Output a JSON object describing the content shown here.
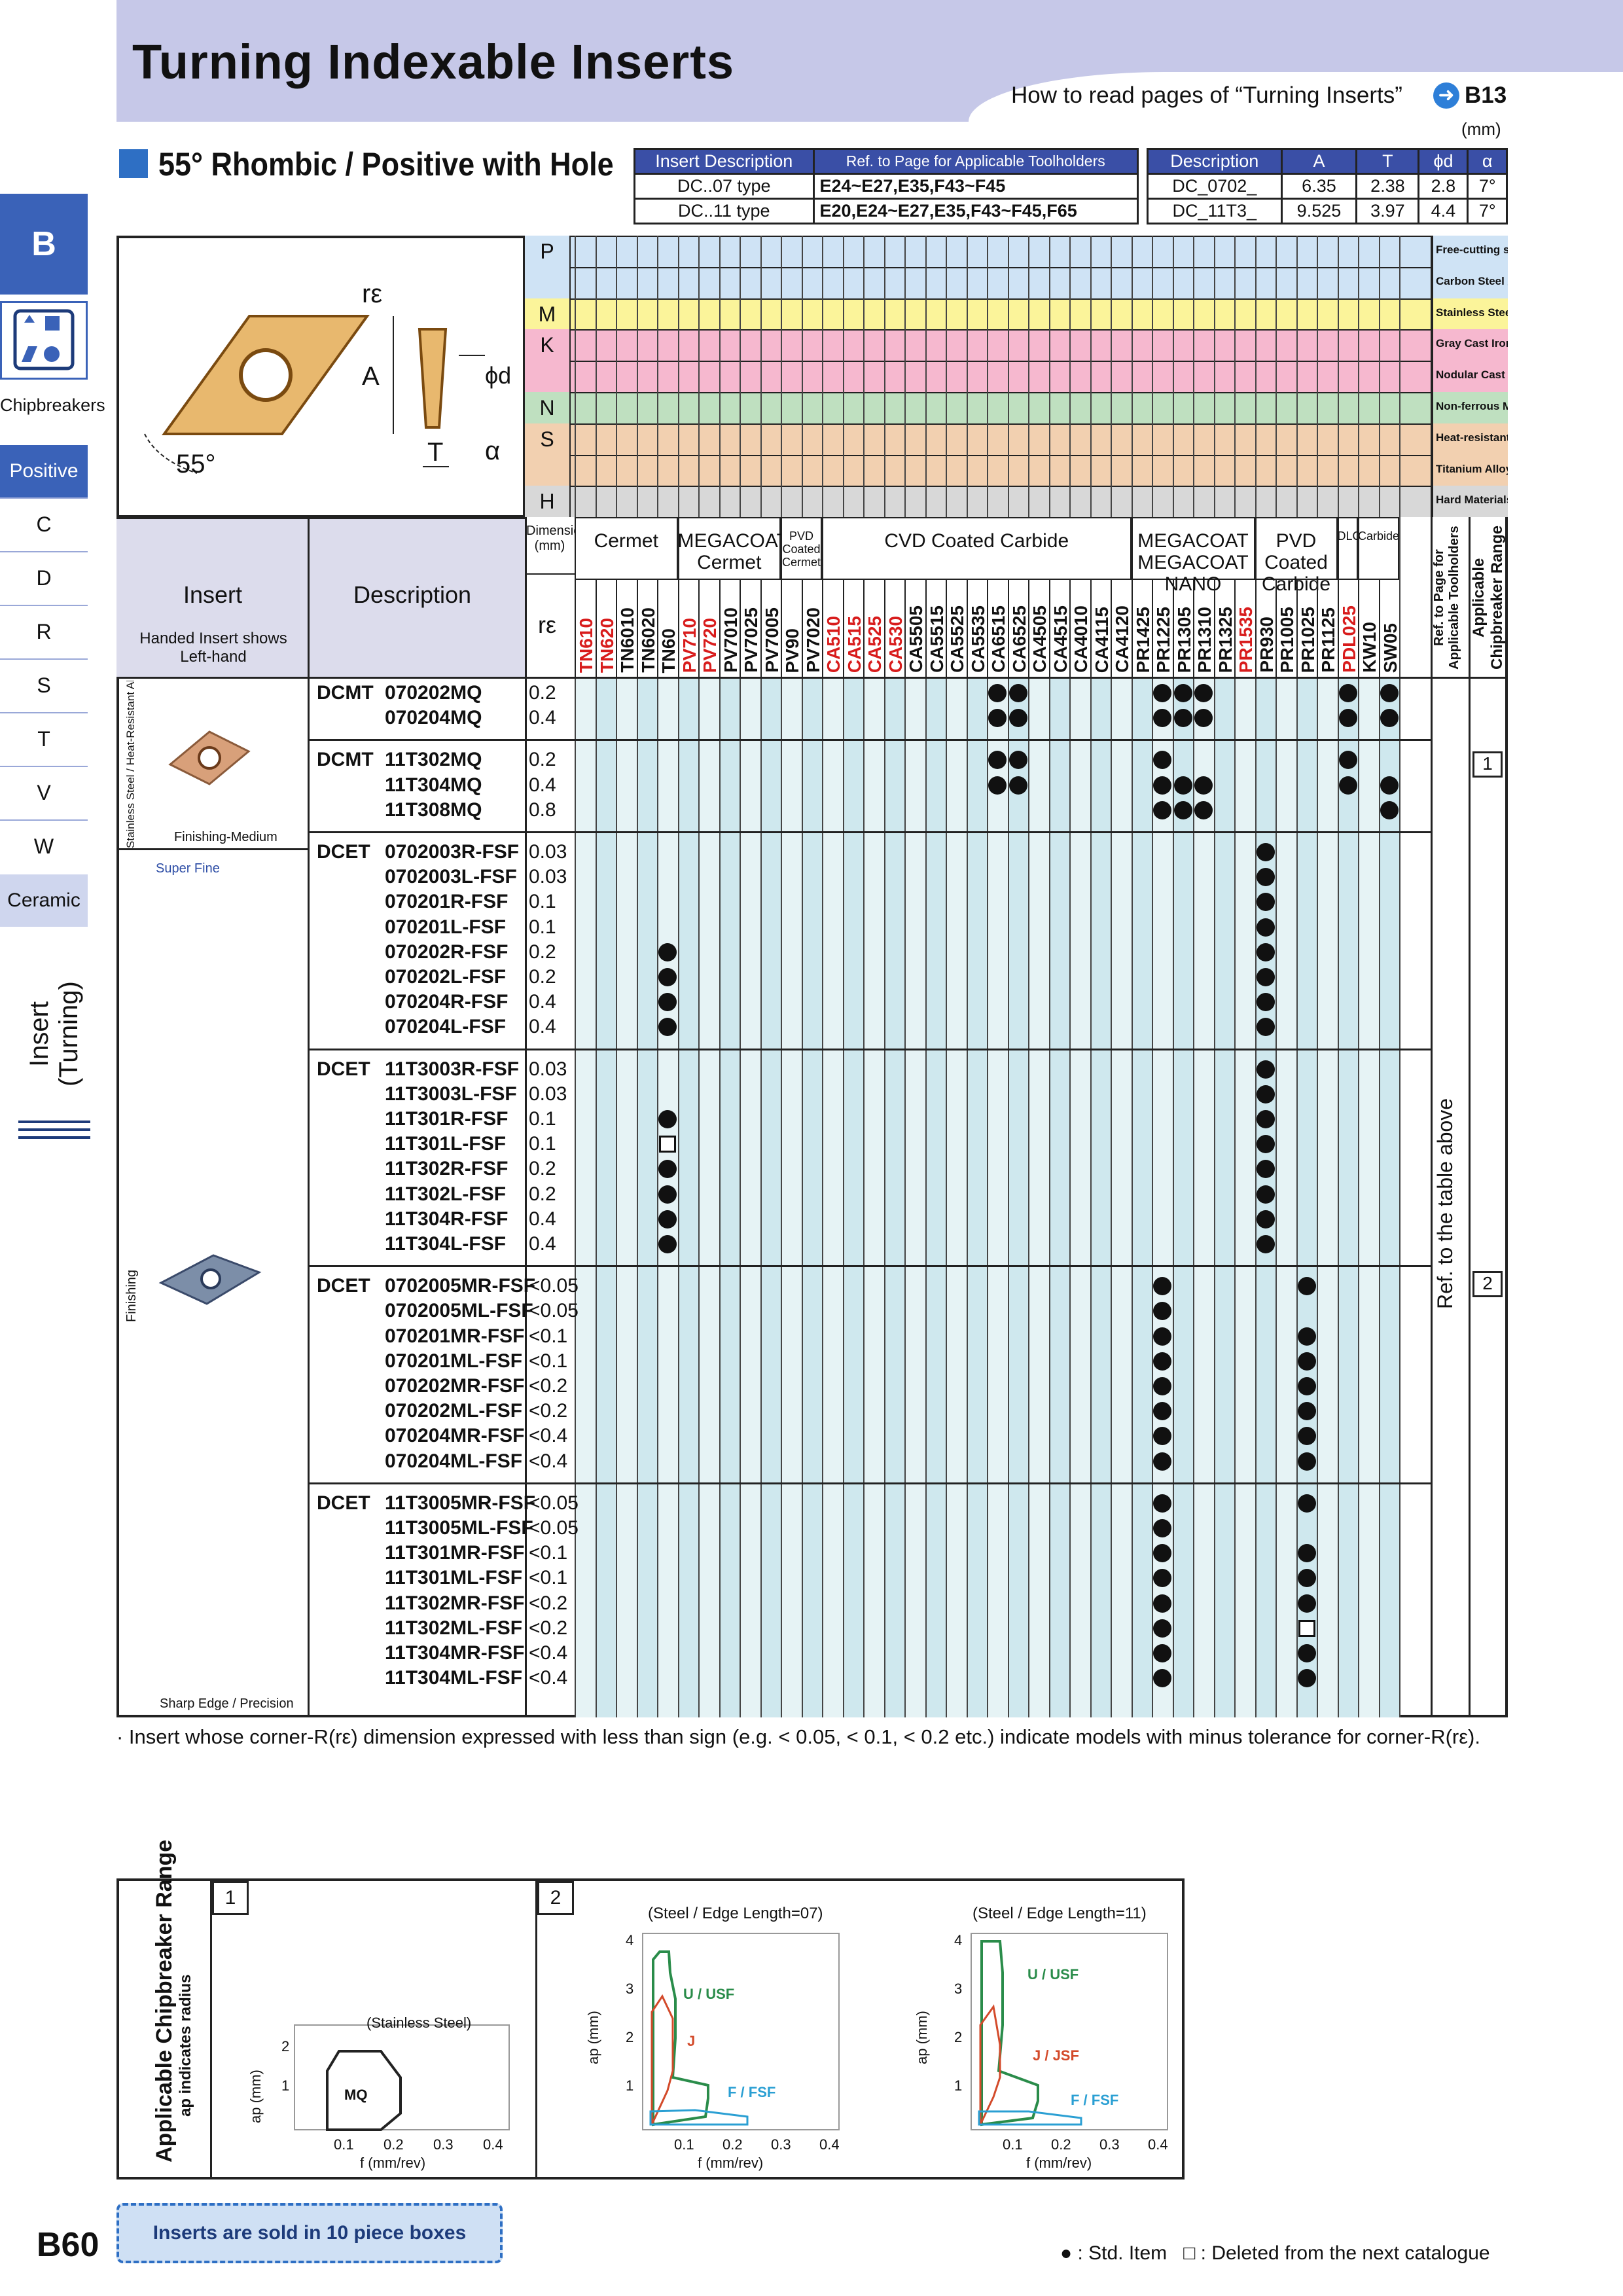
{
  "header": {
    "title": "Turning Indexable Inserts",
    "howto": "How to read pages of “Turning Inserts”",
    "howto_ref": "B13",
    "unit": "(mm)"
  },
  "section": {
    "title": "55° Rhombic / Positive with Hole"
  },
  "ref_table": {
    "headers": [
      "Insert Description",
      "Ref. to Page for Applicable Toolholders"
    ],
    "rows": [
      [
        "DC..07 type",
        "E24~E27,E35,F43~F45"
      ],
      [
        "DC..11 type",
        "E20,E24~E27,E35,F43~F45,F65"
      ]
    ]
  },
  "dim_table": {
    "headers": [
      "Description",
      "A",
      "T",
      "ϕd",
      "α"
    ],
    "rows": [
      [
        "DC_0702_",
        "6.35",
        "2.38",
        "2.8",
        "7°"
      ],
      [
        "DC_11T3_",
        "9.525",
        "3.97",
        "4.4",
        "7°"
      ]
    ]
  },
  "sidebar": {
    "letter": "B",
    "chipbreakers": "Chipbreakers",
    "positive": "Positive",
    "shapes": [
      "C",
      "D",
      "R",
      "S",
      "T",
      "V",
      "W"
    ],
    "ceramic": "Ceramic",
    "section": "Insert (Turning)"
  },
  "diagram": {
    "re": "rε",
    "a": "A",
    "d": "ϕd",
    "t": "T",
    "alpha": "α",
    "angle": "55°"
  },
  "materials": [
    {
      "code": "P",
      "color": "#cfe3f5",
      "desc": "Free-cutting steel"
    },
    {
      "code": "",
      "color": "#cfe3f5",
      "desc": "Carbon Steel / Alloy Steel"
    },
    {
      "code": "M",
      "color": "#fbf49a",
      "desc": "Stainless Steel"
    },
    {
      "code": "K",
      "color": "#f6b8cf",
      "desc": "Gray Cast Iron"
    },
    {
      "code": "",
      "color": "#f6b8cf",
      "desc": "Nodular Cast Iron"
    },
    {
      "code": "N",
      "color": "#bfe0c0",
      "desc": "Non-ferrous Metals"
    },
    {
      "code": "S",
      "color": "#f2d0b0",
      "desc": "Heat-resistant Alloys"
    },
    {
      "code": "",
      "color": "#f2d0b0",
      "desc": "Titanium Alloys"
    },
    {
      "code": "H",
      "color": "#d8d8d8",
      "desc": "Hard Materials"
    }
  ],
  "col_headers": {
    "insert": "Insert",
    "handed": "Handed Insert shows Left-hand",
    "description": "Description",
    "dimension": "Dimension (mm)",
    "re": "rε",
    "groups": [
      "Cermet",
      "MEGACOAT Cermet",
      "PVD Coated Cermet",
      "CVD Coated Carbide",
      "MEGACOAT MEGACOAT NANO",
      "PVD Coated Carbide",
      "DLC",
      "Carbide"
    ],
    "ref_page": "Ref. to Page for Applicable Toolholders",
    "chip_range": "Applicable Chipbreaker Range"
  },
  "grades": [
    {
      "name": "TN610",
      "red": true
    },
    {
      "name": "TN620",
      "red": true
    },
    {
      "name": "TN6010",
      "red": false
    },
    {
      "name": "TN6020",
      "red": false
    },
    {
      "name": "TN60",
      "red": false
    },
    {
      "name": "PV710",
      "red": true
    },
    {
      "name": "PV720",
      "red": true
    },
    {
      "name": "PV7010",
      "red": false
    },
    {
      "name": "PV7025",
      "red": false
    },
    {
      "name": "PV7005",
      "red": false
    },
    {
      "name": "PV90",
      "red": false
    },
    {
      "name": "PV7020",
      "red": false
    },
    {
      "name": "CA510",
      "red": true
    },
    {
      "name": "CA515",
      "red": true
    },
    {
      "name": "CA525",
      "red": true
    },
    {
      "name": "CA530",
      "red": true
    },
    {
      "name": "CA5505",
      "red": false
    },
    {
      "name": "CA5515",
      "red": false
    },
    {
      "name": "CA5525",
      "red": false
    },
    {
      "name": "CA5535",
      "red": false
    },
    {
      "name": "CA6515",
      "red": false
    },
    {
      "name": "CA6525",
      "red": false
    },
    {
      "name": "CA4505",
      "red": false
    },
    {
      "name": "CA4515",
      "red": false
    },
    {
      "name": "CA4010",
      "red": false
    },
    {
      "name": "CA4115",
      "red": false
    },
    {
      "name": "CA4120",
      "red": false
    },
    {
      "name": "PR1425",
      "red": false
    },
    {
      "name": "PR1225",
      "red": false
    },
    {
      "name": "PR1305",
      "red": false
    },
    {
      "name": "PR1310",
      "red": false
    },
    {
      "name": "PR1325",
      "red": false
    },
    {
      "name": "PR1535",
      "red": true
    },
    {
      "name": "PR930",
      "red": false
    },
    {
      "name": "PR1005",
      "red": false
    },
    {
      "name": "PR1025",
      "red": false
    },
    {
      "name": "PR1125",
      "red": false
    },
    {
      "name": "PDL025",
      "red": true
    },
    {
      "name": "KW10",
      "red": false
    },
    {
      "name": "SW05",
      "red": false
    }
  ],
  "groups_rows": [
    {
      "category": "Stainless Steel / Heat-Resistant Alloys",
      "note": "Finishing-Medium",
      "label": "DCMT",
      "items": [
        {
          "code": "070202MQ",
          "re": "0.2",
          "dots": [
            20,
            21,
            28,
            29,
            30,
            37,
            39
          ]
        },
        {
          "code": "070204MQ",
          "re": "0.4",
          "dots": [
            20,
            21,
            28,
            29,
            30,
            37,
            39
          ]
        }
      ]
    },
    {
      "category": "",
      "note": "",
      "label": "DCMT",
      "items": [
        {
          "code": "11T302MQ",
          "re": "0.2",
          "dots": [
            20,
            21,
            28,
            37
          ]
        },
        {
          "code": "11T304MQ",
          "re": "0.4",
          "dots": [
            20,
            21,
            28,
            29,
            30,
            37,
            39
          ]
        },
        {
          "code": "11T308MQ",
          "re": "0.8",
          "dots": [
            28,
            29,
            30,
            39
          ]
        }
      ]
    },
    {
      "category": "Super Fine",
      "note": "",
      "label": "DCET",
      "items": [
        {
          "code": "0702003R-FSF",
          "re": "0.03",
          "dots": [
            33
          ]
        },
        {
          "code": "0702003L-FSF",
          "re": "0.03",
          "dots": [
            33
          ]
        },
        {
          "code": "070201R-FSF",
          "re": "0.1",
          "dots": [
            33
          ]
        },
        {
          "code": "070201L-FSF",
          "re": "0.1",
          "dots": [
            33
          ]
        },
        {
          "code": "070202R-FSF",
          "re": "0.2",
          "dots": [
            4,
            33
          ]
        },
        {
          "code": "070202L-FSF",
          "re": "0.2",
          "dots": [
            4,
            33
          ]
        },
        {
          "code": "070204R-FSF",
          "re": "0.4",
          "dots": [
            4,
            33
          ]
        },
        {
          "code": "070204L-FSF",
          "re": "0.4",
          "dots": [
            4,
            33
          ]
        }
      ]
    },
    {
      "category": "",
      "note": "",
      "label": "DCET",
      "items": [
        {
          "code": "11T3003R-FSF",
          "re": "0.03",
          "dots": [
            33
          ]
        },
        {
          "code": "11T3003L-FSF",
          "re": "0.03",
          "dots": [
            33
          ]
        },
        {
          "code": "11T301R-FSF",
          "re": "0.1",
          "dots": [
            4,
            33
          ]
        },
        {
          "code": "11T301L-FSF",
          "re": "0.1",
          "dots": [
            33
          ],
          "squares": [
            4
          ]
        },
        {
          "code": "11T302R-FSF",
          "re": "0.2",
          "dots": [
            4,
            33
          ]
        },
        {
          "code": "11T302L-FSF",
          "re": "0.2",
          "dots": [
            4,
            33
          ]
        },
        {
          "code": "11T304R-FSF",
          "re": "0.4",
          "dots": [
            4,
            33
          ]
        },
        {
          "code": "11T304L-FSF",
          "re": "0.4",
          "dots": [
            4,
            33
          ]
        }
      ]
    },
    {
      "category": "Finishing",
      "note": "",
      "label": "DCET",
      "items": [
        {
          "code": "0702005MR-FSF",
          "re": "<0.05",
          "dots": [
            28,
            35
          ]
        },
        {
          "code": "0702005ML-FSF",
          "re": "<0.05",
          "dots": [
            28
          ]
        },
        {
          "code": "070201MR-FSF",
          "re": "<0.1",
          "dots": [
            28,
            35
          ]
        },
        {
          "code": "070201ML-FSF",
          "re": "<0.1",
          "dots": [
            28,
            35
          ]
        },
        {
          "code": "070202MR-FSF",
          "re": "<0.2",
          "dots": [
            28,
            35
          ]
        },
        {
          "code": "070202ML-FSF",
          "re": "<0.2",
          "dots": [
            28,
            35
          ]
        },
        {
          "code": "070204MR-FSF",
          "re": "<0.4",
          "dots": [
            28,
            35
          ]
        },
        {
          "code": "070204ML-FSF",
          "re": "<0.4",
          "dots": [
            28,
            35
          ]
        }
      ]
    },
    {
      "category": "Sharp Edge / Precision",
      "note": "",
      "label": "DCET",
      "items": [
        {
          "code": "11T3005MR-FSF",
          "re": "<0.05",
          "dots": [
            28,
            35
          ]
        },
        {
          "code": "11T3005ML-FSF",
          "re": "<0.05",
          "dots": [
            28
          ]
        },
        {
          "code": "11T301MR-FSF",
          "re": "<0.1",
          "dots": [
            28,
            35
          ]
        },
        {
          "code": "11T301ML-FSF",
          "re": "<0.1",
          "dots": [
            28,
            35
          ]
        },
        {
          "code": "11T302MR-FSF",
          "re": "<0.2",
          "dots": [
            28,
            35
          ]
        },
        {
          "code": "11T302ML-FSF",
          "re": "<0.2",
          "dots": [
            28
          ],
          "squares": [
            35
          ]
        },
        {
          "code": "11T304MR-FSF",
          "re": "<0.4",
          "dots": [
            28,
            35
          ]
        },
        {
          "code": "11T304ML-FSF",
          "re": "<0.4",
          "dots": [
            28,
            35
          ]
        }
      ]
    }
  ],
  "right_labels": {
    "ref_above": "Ref. to the table above",
    "box1": "1",
    "box2": "2"
  },
  "footnote": "· Insert whose corner-R(rε) dimension expressed with less than sign (e.g. < 0.05, < 0.1, < 0.2 etc.) indicate models with minus tolerance for corner-R(rε).",
  "chip_charts": {
    "title": "Applicable Chipbreaker Range",
    "subtitle": "ap indicates radius",
    "box1": "1",
    "box2": "2",
    "c1_title": "(Stainless Steel)",
    "c1_label": "MQ",
    "c2_title": "(Steel / Edge Length=07)",
    "c3_title": "(Steel / Edge Length=11)",
    "xlabel": "f (mm/rev)",
    "ylabel": "ap (mm)",
    "xticks": [
      "0.1",
      "0.2",
      "0.3",
      "0.4"
    ],
    "c1_yticks": [
      "1",
      "2"
    ],
    "yticks": [
      "1",
      "2",
      "3",
      "4"
    ],
    "c2_labels": [
      "U / USF",
      "J",
      "F / FSF"
    ],
    "c3_labels": [
      "U / USF",
      "J / JSF",
      "F / FSF"
    ]
  },
  "footer": {
    "sold": "Inserts are sold in 10 piece boxes",
    "page": "B60",
    "std": "● : Std. Item",
    "deleted": "□ : Deleted from the next catalogue"
  }
}
